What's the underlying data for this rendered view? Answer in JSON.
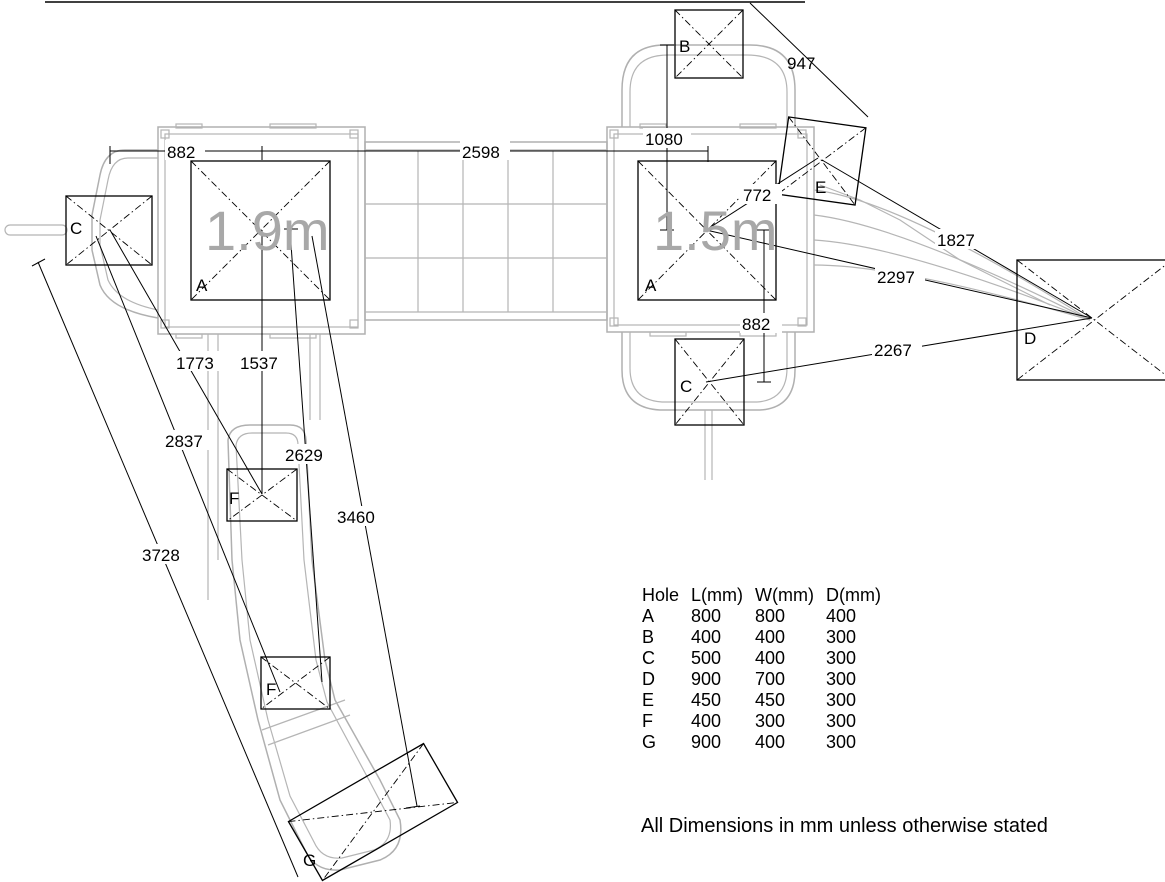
{
  "diagram": {
    "platforms": [
      {
        "height_label": "1.9m",
        "hole_label": "A"
      },
      {
        "height_label": "1.5m",
        "hole_label": "A"
      }
    ],
    "hole_labels": {
      "b_top": "B",
      "c_left": "C",
      "c_bottom": "C",
      "d_right": "D",
      "e_upper": "E",
      "f_upper": "F",
      "f_lower": "F",
      "g_bottom": "G"
    },
    "dimensions": {
      "d882_top": "882",
      "d2598": "2598",
      "d1080": "1080",
      "d947": "947",
      "d772": "772",
      "d1827": "1827",
      "d2297": "2297",
      "d882_right": "882",
      "d2267": "2267",
      "d1773": "1773",
      "d1537": "1537",
      "d2837": "2837",
      "d2629": "2629",
      "d3460": "3460",
      "d3728": "3728"
    }
  },
  "table": {
    "headers": [
      "Hole",
      "L(mm)",
      "W(mm)",
      "D(mm)"
    ],
    "rows": [
      [
        "A",
        "800",
        "800",
        "400"
      ],
      [
        "B",
        "400",
        "400",
        "300"
      ],
      [
        "C",
        "500",
        "400",
        "300"
      ],
      [
        "D",
        "900",
        "700",
        "300"
      ],
      [
        "E",
        "450",
        "450",
        "300"
      ],
      [
        "F",
        "400",
        "300",
        "300"
      ],
      [
        "G",
        "900",
        "400",
        "300"
      ]
    ]
  },
  "note": "All Dimensions in mm unless otherwise stated"
}
